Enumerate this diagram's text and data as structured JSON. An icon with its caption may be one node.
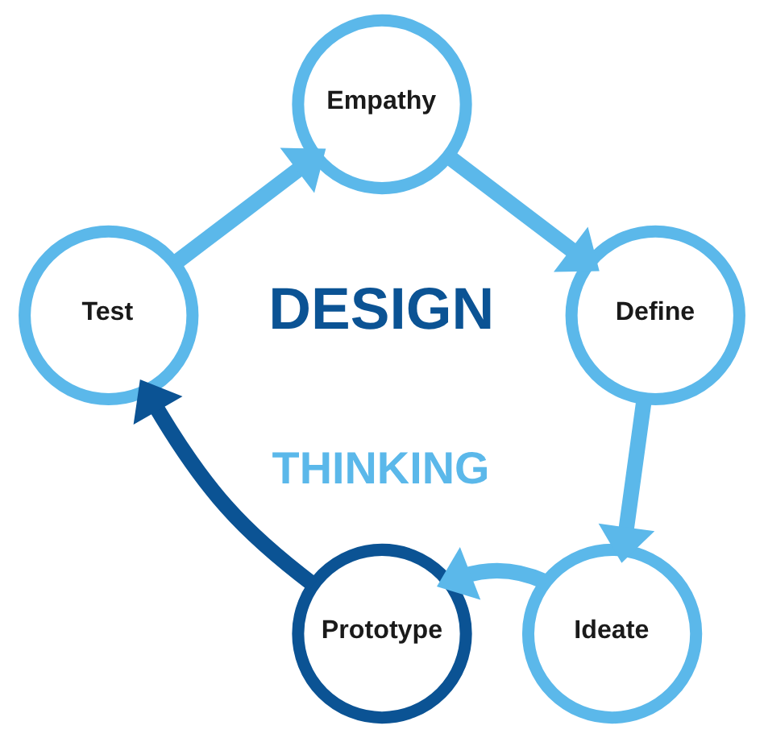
{
  "diagram": {
    "nodes": [
      {
        "text": [
          "Empathy"
        ]
      },
      {
        "text": [
          "Define"
        ]
      },
      {
        "text": [
          "Ideate"
        ]
      },
      {
        "text": [
          "Prototype"
        ]
      },
      {
        "text": [
          "Test"
        ]
      }
    ],
    "edges": [
      {
        "from": 0,
        "to": 1,
        "arrow": "to"
      },
      {
        "from": 1,
        "to": 2,
        "arrow": "to"
      },
      {
        "from": 2,
        "to": 3,
        "arrow": "to"
      },
      {
        "from": 3,
        "to": 4,
        "arrow": "to",
        "color": "#0b5394"
      },
      {
        "from": 4,
        "to": 0,
        "arrow": "to"
      }
    ],
    "labels": [
      "DESIGN",
      "THINKING"
    ]
  }
}
